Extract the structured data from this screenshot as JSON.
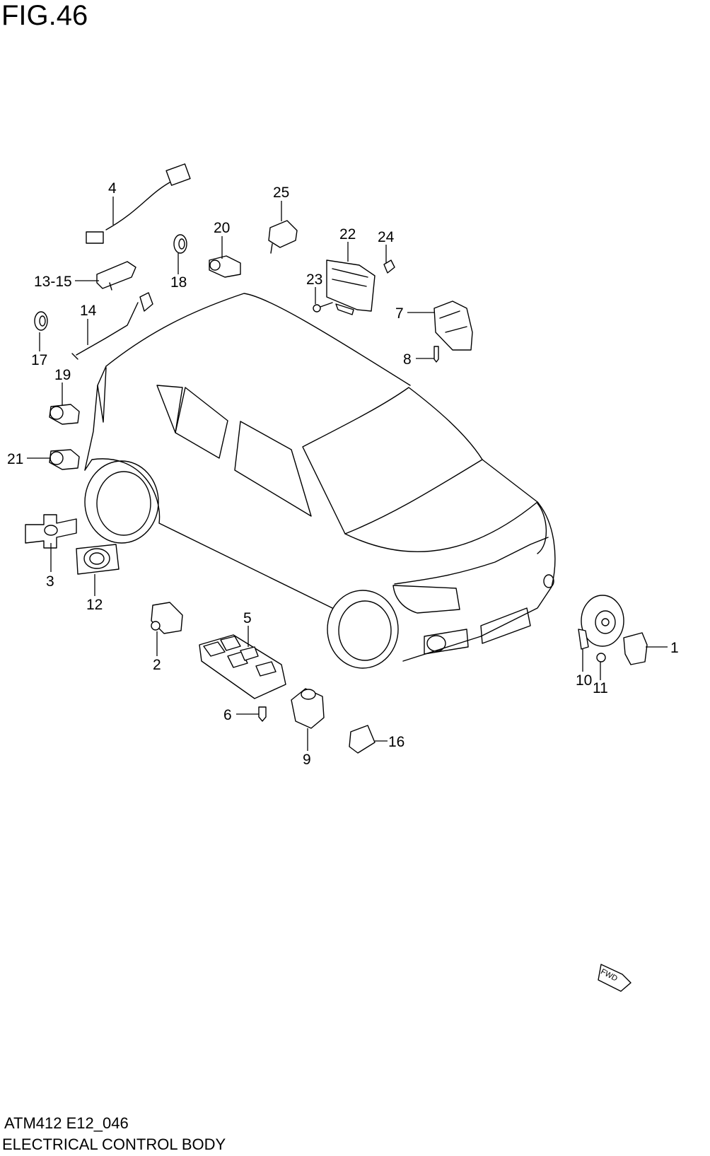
{
  "figure": {
    "title": "FIG.46",
    "code": "ATM412 E12_046",
    "subtitle": "ELECTRICAL CONTROL BODY"
  },
  "callouts": {
    "c1": "1",
    "c2": "2",
    "c3": "3",
    "c4": "4",
    "c5": "5",
    "c6": "6",
    "c7": "7",
    "c8": "8",
    "c9": "9",
    "c10": "10",
    "c11": "11",
    "c12": "12",
    "c13_15": "13-15",
    "c14": "14",
    "c16": "16",
    "c17": "17",
    "c18": "18",
    "c19": "19",
    "c20": "20",
    "c21": "21",
    "c22": "22",
    "c23": "23",
    "c24": "24",
    "c25": "25"
  },
  "direction_badge": "FWD"
}
